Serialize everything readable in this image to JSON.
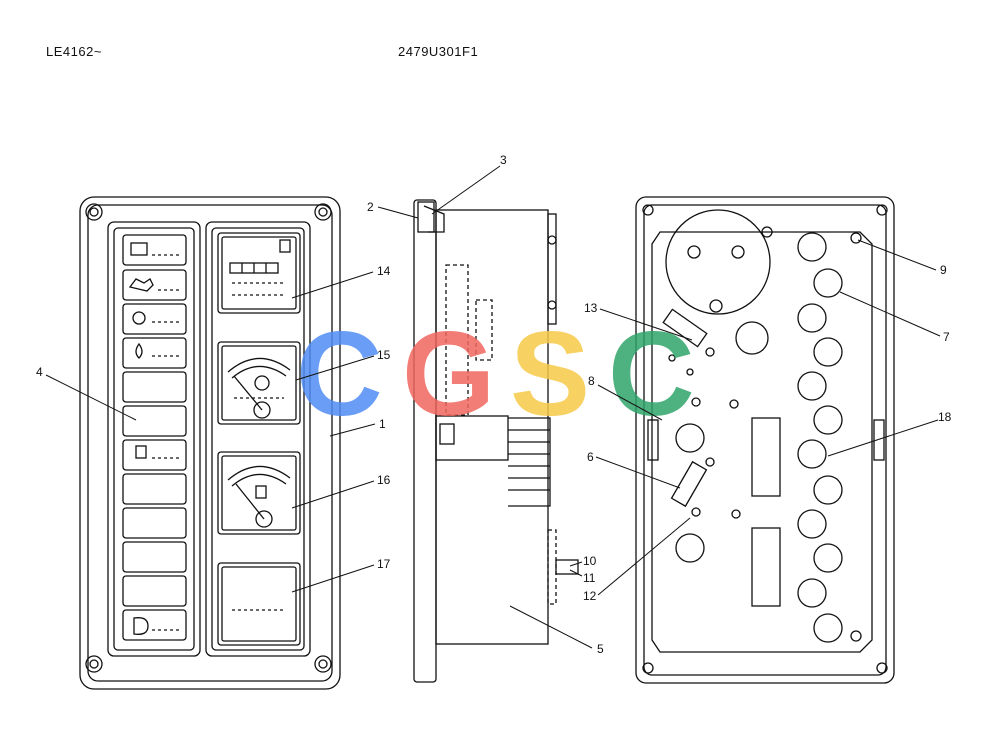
{
  "header": {
    "left_code": "LE4162~",
    "drawing_number": "2479U301F1"
  },
  "watermark": {
    "letters": [
      {
        "char": "C",
        "color": "#4f8df5"
      },
      {
        "char": "G",
        "color": "#f0675f"
      },
      {
        "char": "S",
        "color": "#f7c948"
      },
      {
        "char": "C",
        "color": "#2fa46a"
      }
    ]
  },
  "callouts": [
    "1",
    "2",
    "3",
    "4",
    "5",
    "6",
    "7",
    "8",
    "9",
    "10",
    "11",
    "12",
    "13",
    "14",
    "15",
    "16",
    "17",
    "18"
  ]
}
